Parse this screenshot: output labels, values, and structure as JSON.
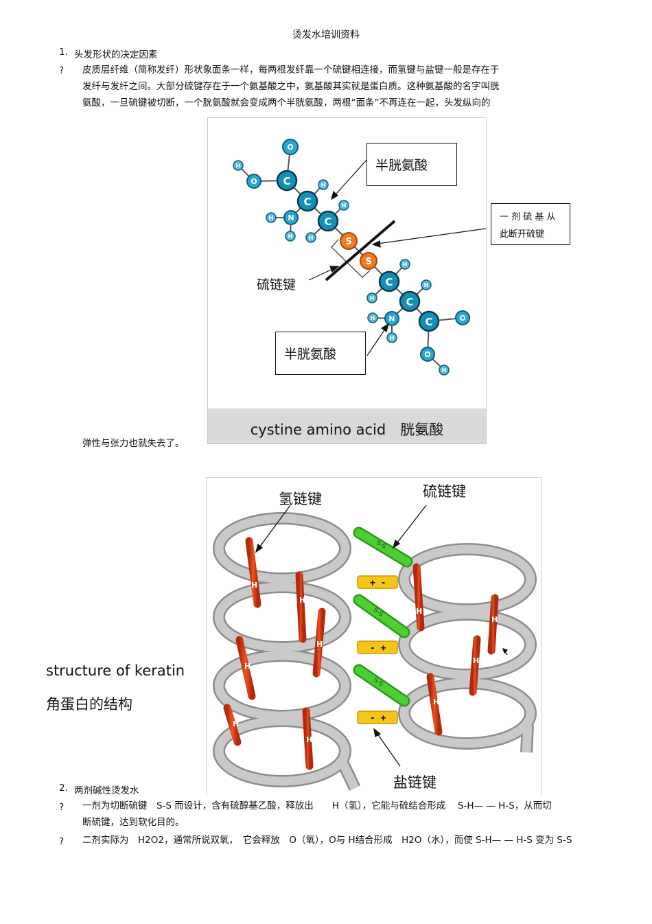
{
  "doc": {
    "title": "烫发水培训资料"
  },
  "section1": {
    "number": "1.",
    "heading": "头发形状的决定因素",
    "bullet": "?",
    "para_lines": [
      "皮质层纤维（简称发纤）形状象面条一样，每两根发纤靠一个硫键相连接，而氢键与盐键一般是存在于",
      "发纤与发纤之间。大部分硫键存在于一个氨基酸之中，氨基酸其实就是蛋白质。这种氨基酸的名字叫胱",
      "氨酸，一旦硫键被切断，一个胱氨酸就会变成两个半胱氨酸，两根“面条”不再连在一起，头发纵向的"
    ],
    "para_tail": "弹性与张力也就失去了。"
  },
  "figure1": {
    "label_top": "半胱氨酸",
    "label_bottom": "半胱氨酸",
    "label_bond": "硫链键",
    "label_side_lines": [
      "一 剂 硫 基 从",
      "此断开硫键"
    ],
    "caption": "cystine amino acid　胱氨酸",
    "atoms": {
      "C": "C",
      "O": "O",
      "H": "H",
      "N": "N",
      "S": "S"
    }
  },
  "figure2": {
    "label_hydrogen": "氢链键",
    "label_sulfur": "硫链键",
    "label_salt": "盐链键",
    "side_title_en": "structure of keratin",
    "side_title_zh": "角蛋白的结构",
    "bond_ss": "S-S",
    "bond_pm": "+ -",
    "bond_mp": "- +",
    "h_mark": "H"
  },
  "section2": {
    "number": "2.",
    "heading": "两剂碱性烫发水",
    "bullet": "?",
    "item1_lines": [
      "一剂为切断硫键　S-S 而设计，含有硫醇基乙酸，释放出　　H（氢），它能与硫结合形成　 S-H— — H-S，从而切",
      "断硫键，达到软化目的。"
    ],
    "item2_line": "二剂实际为　H2O2，通常所说双氧，　它会释放　O（氧），O与 H结合形成　H2O（水），而使 S-H— — H-S 变为 S-S"
  },
  "colors": {
    "atom_blue": "#1aa3c8",
    "sulfur": "#ee7a22",
    "helix": "#b9b9b9",
    "h_bond": "#e23a1a",
    "ss_bond": "#3cbf2a",
    "salt_bond": "#f5c518"
  }
}
